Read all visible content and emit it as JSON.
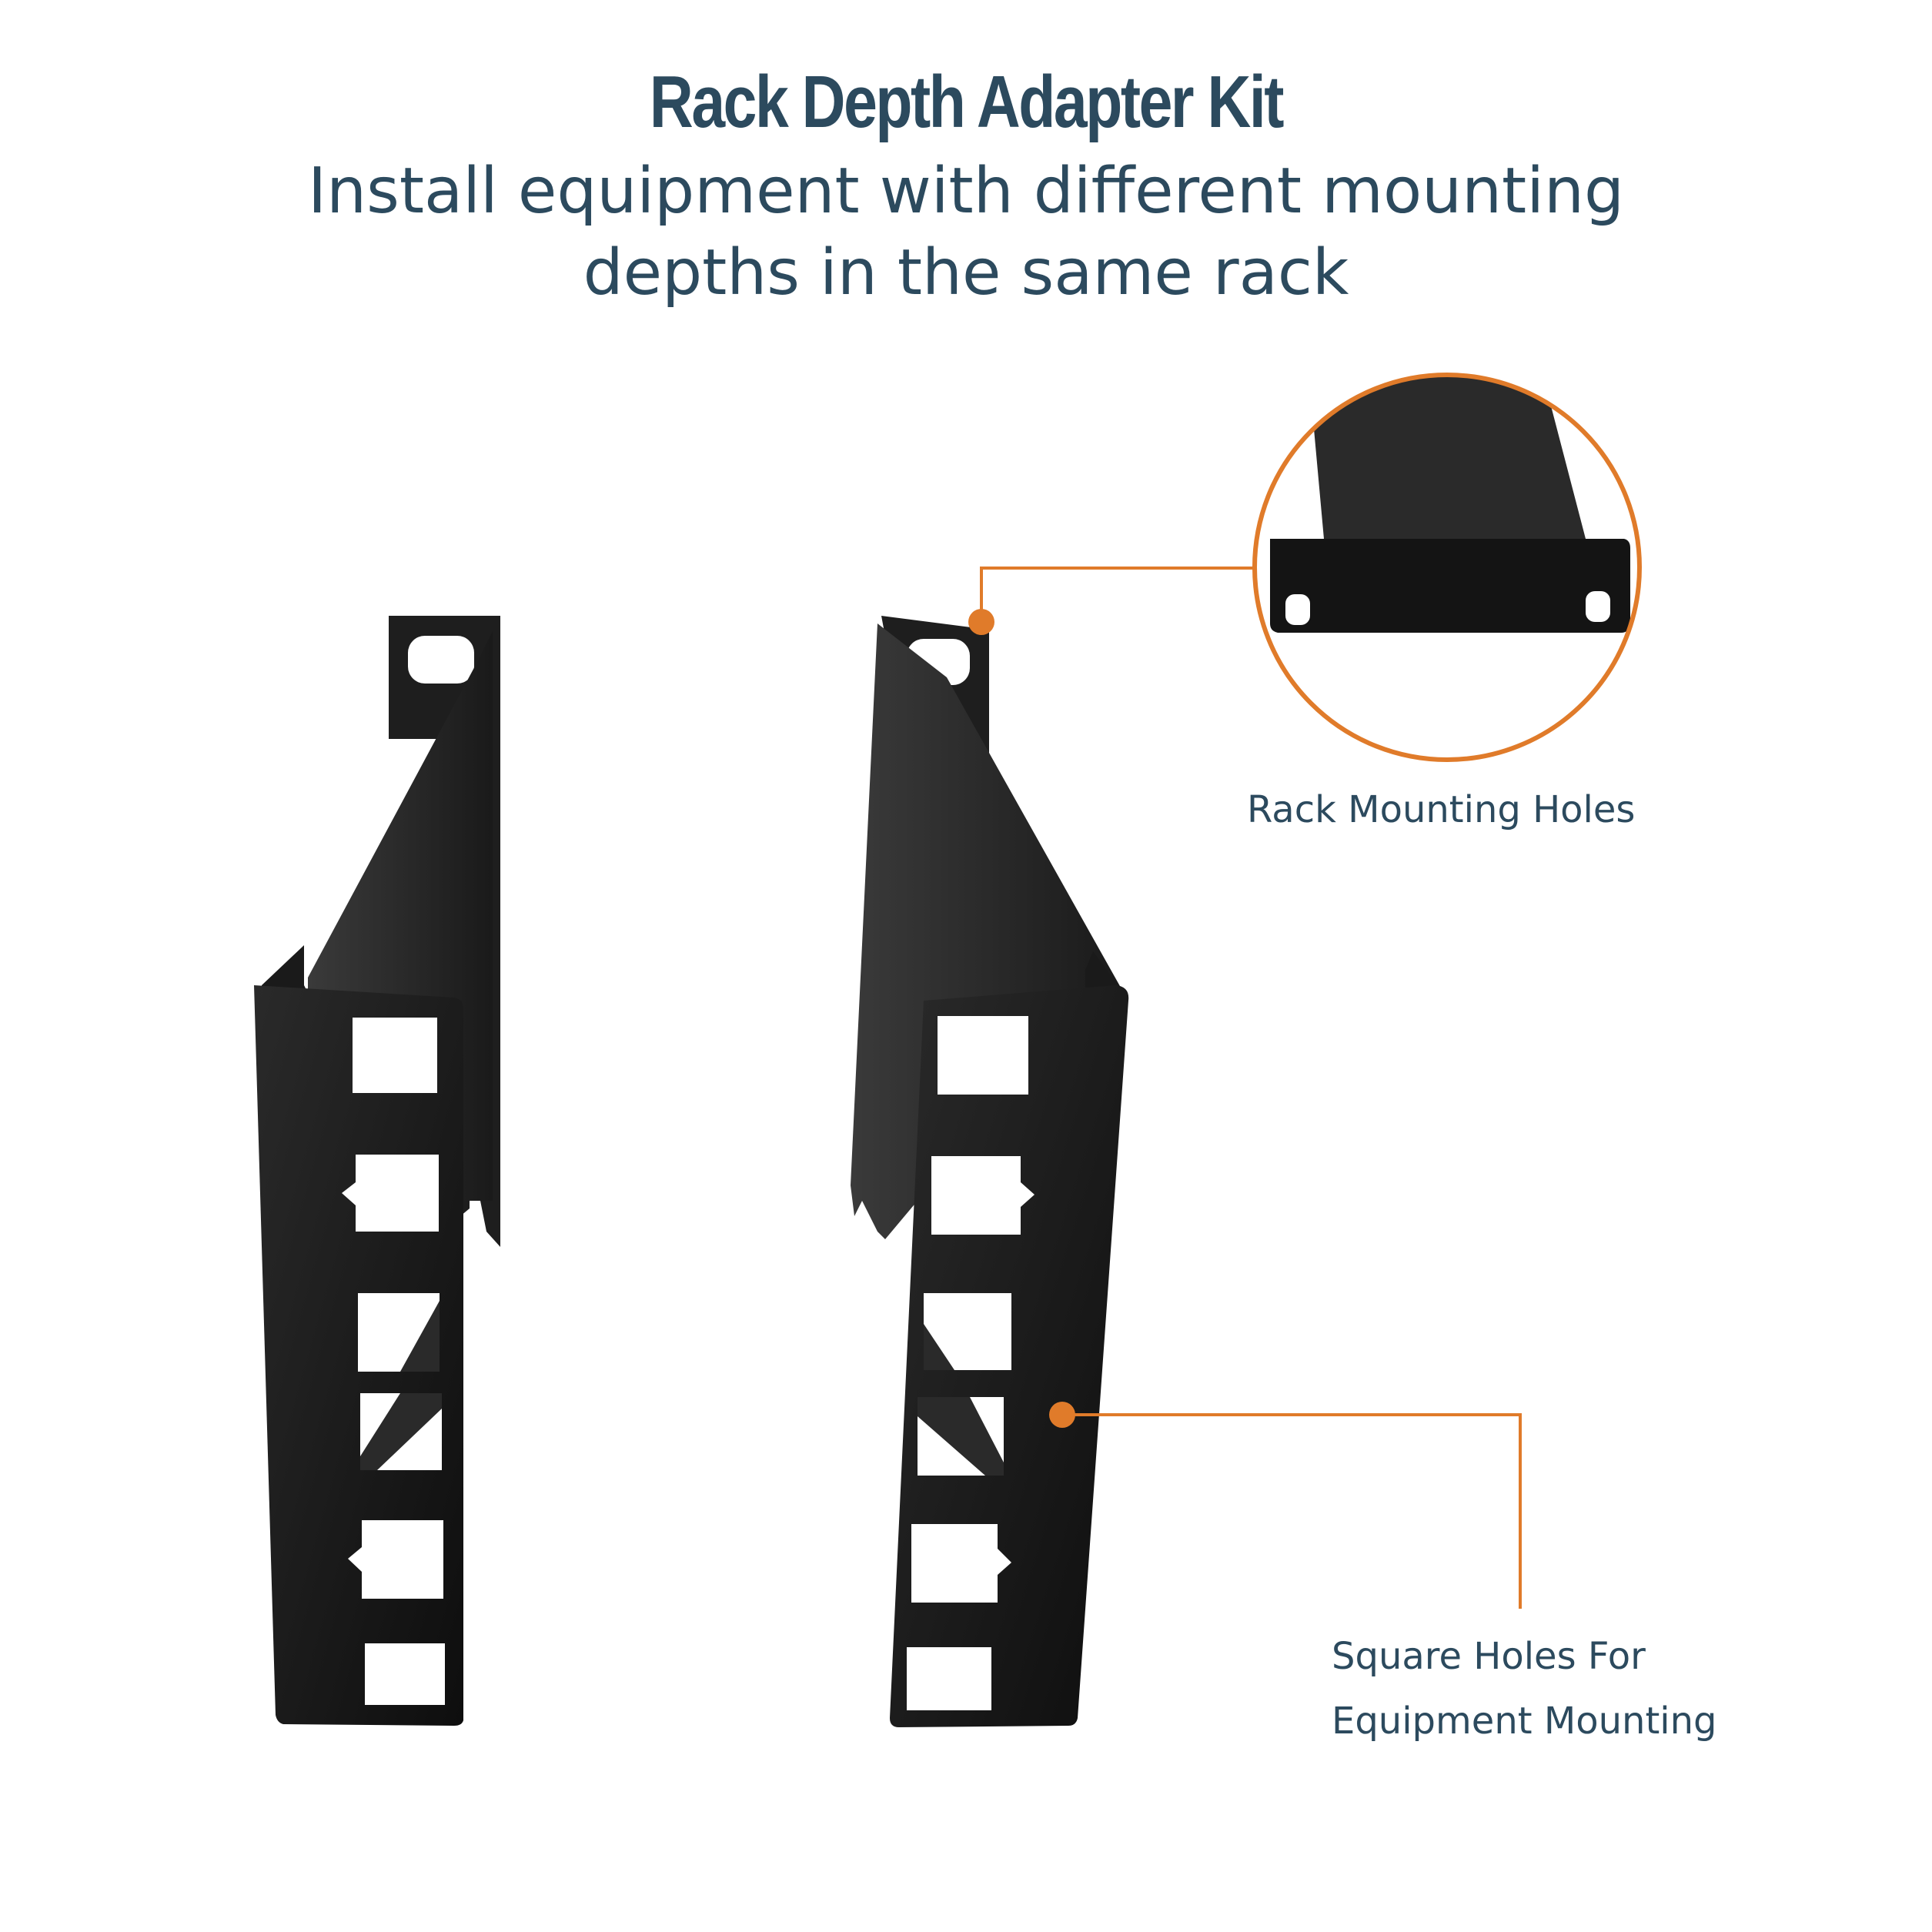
{
  "header": {
    "title": "Rack Depth Adapter Kit",
    "subtitle_line1": "Install equipment with different mounting",
    "subtitle_line2": "depths in the same rack"
  },
  "callouts": {
    "rack_mounting_holes": "Rack Mounting Holes",
    "square_holes_line1": "Square Holes For",
    "square_holes_line2": "Equipment Mounting"
  },
  "colors": {
    "heading_text": "#2c4a5e",
    "callout_accent": "#e07b2a",
    "bracket": "#141414"
  }
}
